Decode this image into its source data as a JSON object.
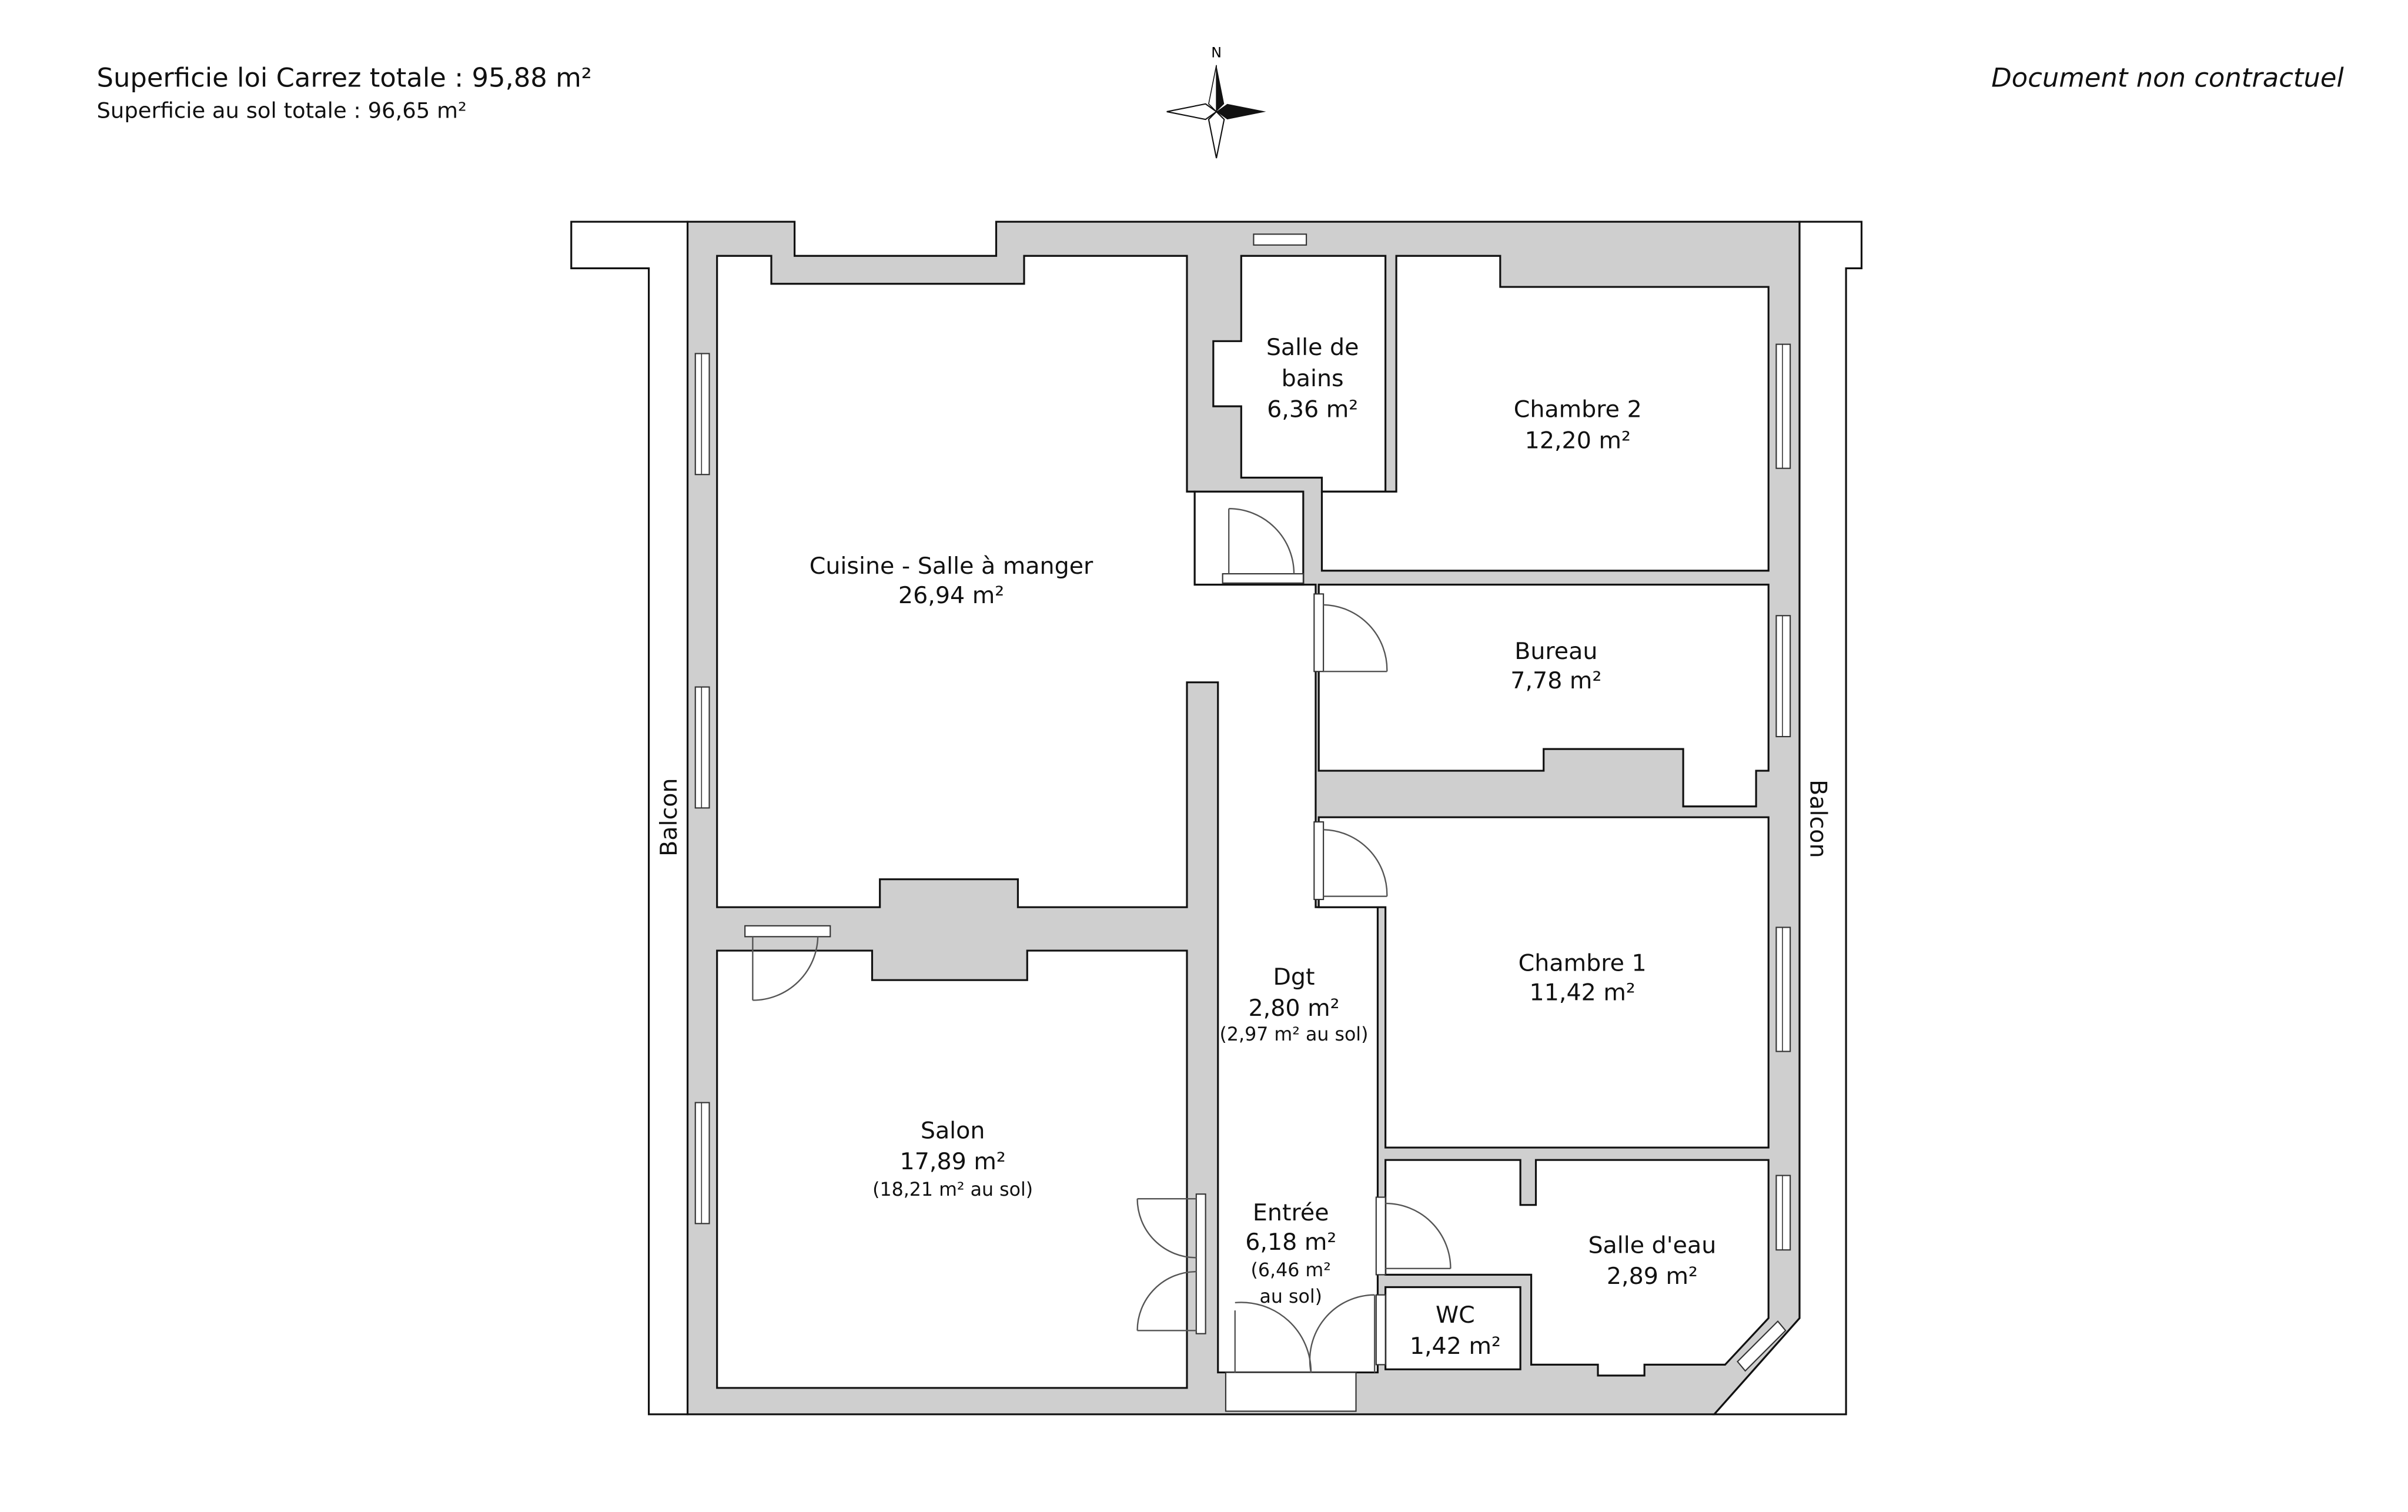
{
  "header": {
    "carrez_total": "Superficie loi Carrez totale :  95,88 m²",
    "sol_total": "Superficie au sol totale :  96,65 m²"
  },
  "disclaimer": "Document non contractuel",
  "compass": {
    "north": "N"
  },
  "balconies": {
    "left": "Balcon",
    "right": "Balcon"
  },
  "colors": {
    "wall": "#cfcfcf",
    "outline": "#111111",
    "background": "#ffffff"
  },
  "rooms": {
    "salle_de_bains": {
      "name_line1": "Salle de",
      "name_line2": "bains",
      "area": "6,36 m²"
    },
    "chambre2": {
      "name": "Chambre 2",
      "area": "12,20 m²"
    },
    "cuisine": {
      "name": "Cuisine - Salle à manger",
      "area": "26,94 m²"
    },
    "bureau": {
      "name": "Bureau",
      "area": "7,78 m²"
    },
    "chambre1": {
      "name": "Chambre 1",
      "area": "11,42 m²"
    },
    "dgt": {
      "name": "Dgt",
      "area": "2,80 m²",
      "floor_area": "(2,97 m² au sol)"
    },
    "salon": {
      "name": "Salon",
      "area": "17,89 m²",
      "floor_area": "(18,21 m² au sol)"
    },
    "entree": {
      "name": "Entrée",
      "area": "6,18 m²",
      "floor_area_line1": "(6,46 m²",
      "floor_area_line2": "au sol)"
    },
    "salle_deau": {
      "name": "Salle d'eau",
      "area": "2,89 m²"
    },
    "wc": {
      "name": "WC",
      "area": "1,42 m²"
    }
  }
}
